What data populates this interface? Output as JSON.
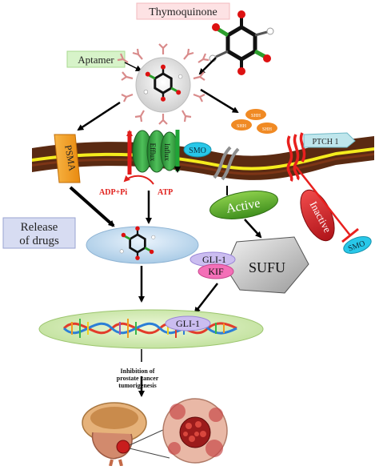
{
  "labels": {
    "thymoquinone": "Thymoquinone",
    "aptamer": "Aptamer",
    "psma": "PSMA",
    "efflux": "Efflux",
    "influx": "Influx",
    "smo_membrane": "SMO",
    "shh": "SHH",
    "ptch1": "PTCH 1",
    "adp_pi": "ADP+Pi",
    "atp": "ATP",
    "active": "Active",
    "inactive": "Inactive",
    "smo_inactive": "SMO",
    "release_line1": "Release",
    "release_line2": "of drugs",
    "gli1_top": "GLI-1",
    "kif": "KIF",
    "sufu": "SUFU",
    "gli1_dna": "GLI-1",
    "inhibition_line1": "Inhibition of",
    "inhibition_line2": "prostate cancer",
    "inhibition_line3": "tumorigenesis"
  },
  "colors": {
    "membrane_brown": "#5a2a12",
    "membrane_yellow": "#f4ec1e",
    "psma_orange": "#f39a1c",
    "efflux_green": "#2f9b3a",
    "smo_cyan": "#28c7e8",
    "shh_orange": "#f08a24",
    "receptor_red": "#e8201e",
    "active_green": "#5fae2a",
    "inactive_red": "#d81e22",
    "gli_lilac": "#cbbdf0",
    "kif_pink": "#f46fb7",
    "sufu_gray": "#c8c8c8",
    "release_blue": "#cfe2f7",
    "thymo_pink": "#fde2e4",
    "aptamer_green": "#d7f3c9"
  }
}
